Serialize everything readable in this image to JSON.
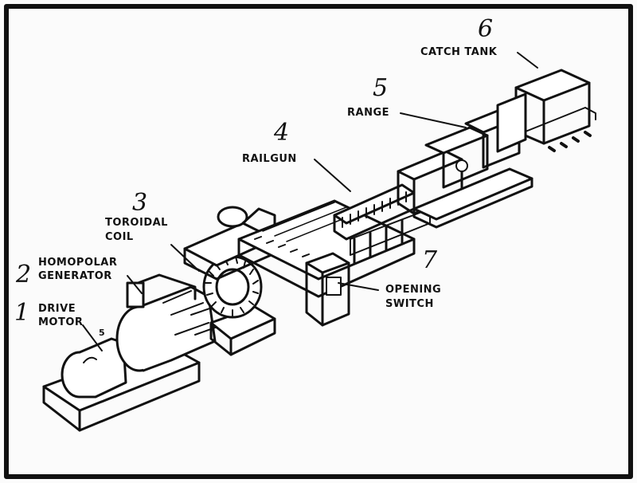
{
  "components": [
    {
      "number": "1",
      "line1": "DRIVE",
      "line2": "MOTOR",
      "callout": "5"
    },
    {
      "number": "2",
      "line1": "HOMOPOLAR",
      "line2": "GENERATOR"
    },
    {
      "number": "3",
      "line1": "TOROIDAL",
      "line2": "COIL"
    },
    {
      "number": "4",
      "line1": "RAILGUN"
    },
    {
      "number": "5",
      "line1": "RANGE"
    },
    {
      "number": "6",
      "line1": "CATCH TANK"
    },
    {
      "number": "7",
      "line1": "OPENING",
      "line2": "SWITCH"
    }
  ]
}
